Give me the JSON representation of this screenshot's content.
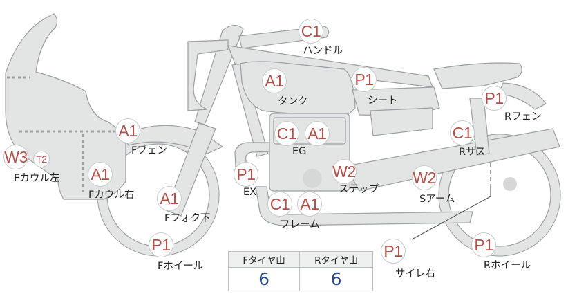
{
  "labels": {
    "handle": "ハンドル",
    "tank": "タンク",
    "seat": "シート",
    "r_fender": "Rフェン",
    "f_fender": "Fフェン",
    "eg": "EG",
    "r_sus": "Rサス",
    "f_cowl_left": "Fカウル左",
    "f_cowl_right": "Fカウル右",
    "ex": "EX",
    "step": "ステップ",
    "swingarm": "Sアーム",
    "f_fork_lower": "Fフォク下",
    "frame": "フレーム",
    "f_wheel": "Fホイール",
    "muffler_right": "サイレ右",
    "r_wheel": "Rホイール"
  },
  "badges": {
    "handle": "C1",
    "tank": "A1",
    "seat": "P1",
    "r_fender": "P1",
    "f_fender": "A1",
    "eg_1": "C1",
    "eg_2": "A1",
    "r_sus": "C1",
    "f_cowl_left_1": "W3",
    "f_cowl_left_2": "T2",
    "f_cowl_right": "A1",
    "ex": "P1",
    "step": "W2",
    "swingarm": "W2",
    "f_fork_lower": "A1",
    "frame_1": "C1",
    "frame_2": "A1",
    "f_wheel": "P1",
    "muffler_right": "P1",
    "r_wheel": "P1"
  },
  "tire_table": {
    "headers": [
      "Fタイヤ山",
      "Rタイヤ山"
    ],
    "values": [
      "6",
      "6"
    ]
  },
  "colors": {
    "badge_text": "#b3504a",
    "table_value": "#2f4d8e",
    "part_fill": "#e3e5e5"
  }
}
